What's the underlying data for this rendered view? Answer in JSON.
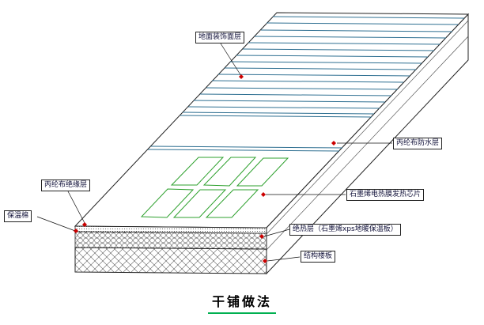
{
  "diagram": {
    "title": "干铺做法",
    "callouts": {
      "floor_finish": "地面装饰面层",
      "waterproof": "丙纶布防水层",
      "insulation_cloth": "丙纶布绝缘层",
      "insulation_cotton": "保温棉",
      "heating_chip": "石墨烯电热膜发热芯片",
      "xps_board": "绝热层（石墨烯xps地暖保温板）",
      "structural_slab": "结构楼板"
    },
    "colors": {
      "plank_line_blue": "#2e6f91",
      "chip_green": "#2ca02c",
      "marker_red": "#cc0000",
      "underline_green": "#00b050",
      "outline_black": "#222222"
    }
  }
}
